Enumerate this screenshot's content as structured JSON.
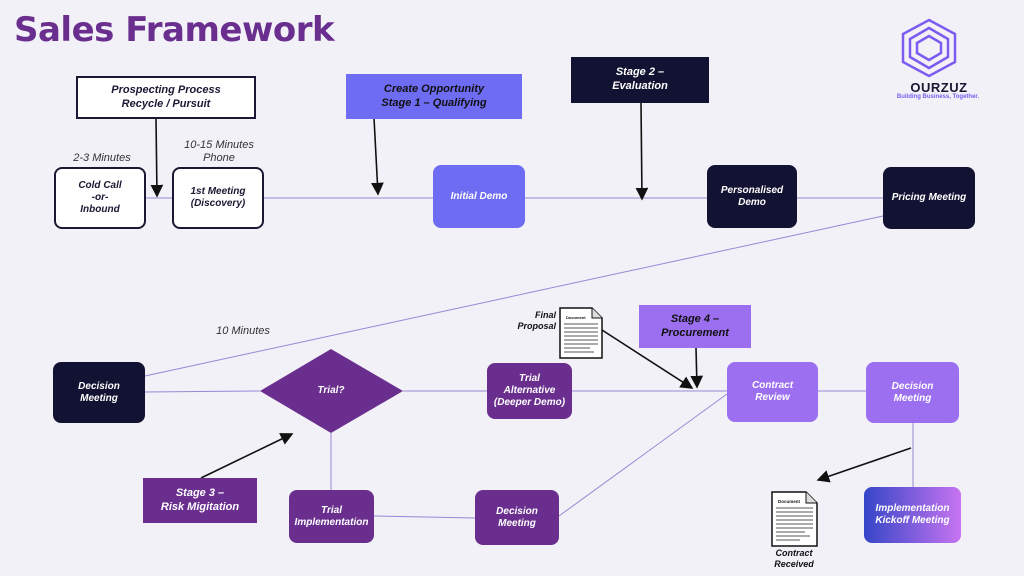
{
  "title": "Sales Framework",
  "logo": {
    "name": "OURZUZ",
    "tagline": "Building Business, Together."
  },
  "time_notes": {
    "cold_call": "2-3 Minutes",
    "first_meeting": "10-15 Minutes\nPhone",
    "decision": "10 Minutes"
  },
  "stage_labels": {
    "prospecting": "Prospecting Process\nRecycle / Pursuit",
    "stage1": "Create Opportunity\nStage 1 – Qualifying",
    "stage2": "Stage 2 –\nEvaluation",
    "stage3": "Stage 3 –\nRisk Migitation",
    "stage4": "Stage 4 –\nProcurement"
  },
  "nodes": {
    "cold_call": "Cold Call\n-or-\nInbound",
    "first_meeting": "1st Meeting\n(Discovery)",
    "initial_demo": "Initial Demo",
    "personalised_demo": "Personalised\nDemo",
    "pricing_meeting": "Pricing Meeting",
    "decision_meeting_1": "Decision\nMeeting",
    "trial": "Trial?",
    "trial_alternative": "Trial\nAlternative\n(Deeper Demo)",
    "contract_review": "Contract\nReview",
    "decision_meeting_2": "Decision\nMeeting",
    "trial_implementation": "Trial\nImplementation",
    "decision_meeting_3": "Decision\nMeeting",
    "kickoff": "Implementation\nKickoff Meeting"
  },
  "documents": {
    "final_proposal": "Final\nProposal",
    "contract_received": "Contract\nReceived",
    "doc_heading": "Document"
  },
  "colors": {
    "title": "#6a2f8e",
    "dark": "#121233",
    "blue": "#6f6cf4",
    "lavender": "#9b6ff0",
    "purple": "#6a2f8e",
    "connector": "#9a86d6"
  }
}
